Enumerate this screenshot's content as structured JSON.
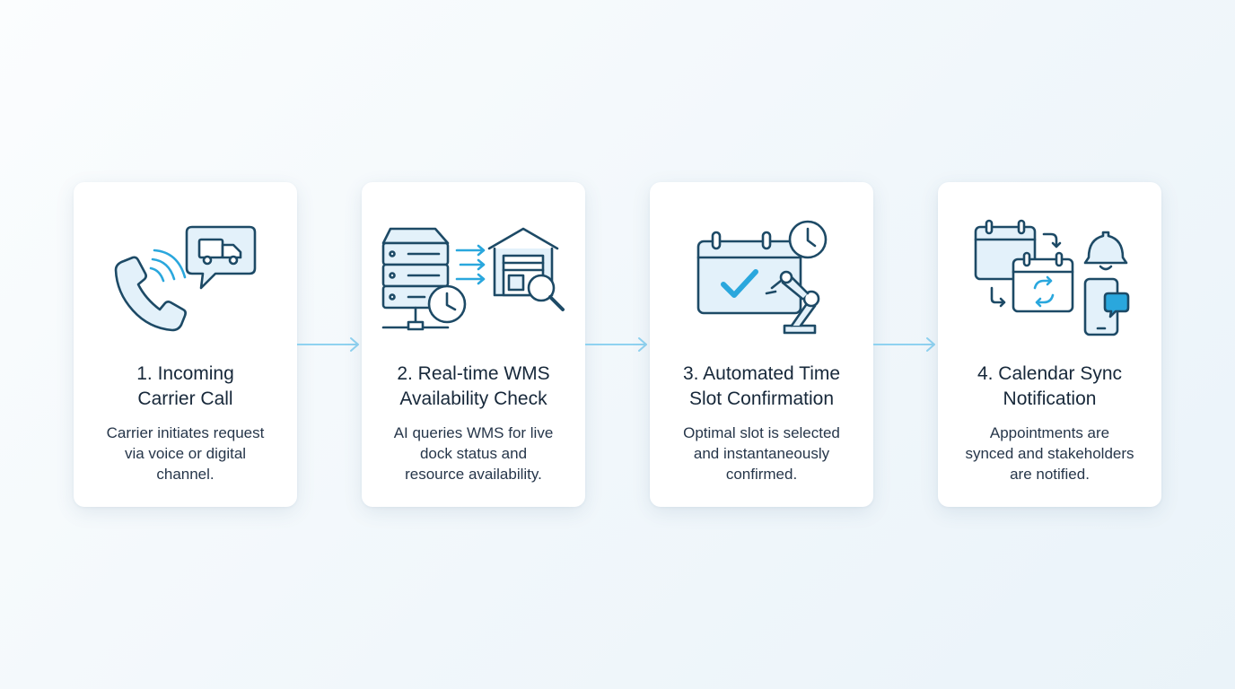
{
  "steps": [
    {
      "title_line1": "1. Incoming",
      "title_line2": "Carrier Call",
      "desc_line1": "Carrier initiates request",
      "desc_line2": "via voice or digital",
      "desc_line3": "channel.",
      "icon": "phone-with-truck-message-icon"
    },
    {
      "title_line1": "2. Real-time WMS",
      "title_line2": "Availability Check",
      "desc_line1": "AI queries WMS for live",
      "desc_line2": "dock status and",
      "desc_line3": "resource availability.",
      "icon": "server-warehouse-search-icon"
    },
    {
      "title_line1": "3. Automated Time",
      "title_line2": "Slot Confirmation",
      "desc_line1": "Optimal slot is selected",
      "desc_line2": "and instantaneously",
      "desc_line3": "confirmed.",
      "icon": "calendar-check-robot-arm-icon"
    },
    {
      "title_line1": "4. Calendar Sync",
      "title_line2": "Notification",
      "desc_line1": "Appointments are",
      "desc_line2": "synced and stakeholders",
      "desc_line3": "are notified.",
      "icon": "calendar-sync-bell-phone-icon"
    }
  ],
  "colors": {
    "icon_stroke": "#1d4a66",
    "icon_fill": "#e3f1fa",
    "accent": "#2aa7dd",
    "connector": "#8fd2f0",
    "title_text": "#17283a",
    "body_text": "#26364a"
  }
}
